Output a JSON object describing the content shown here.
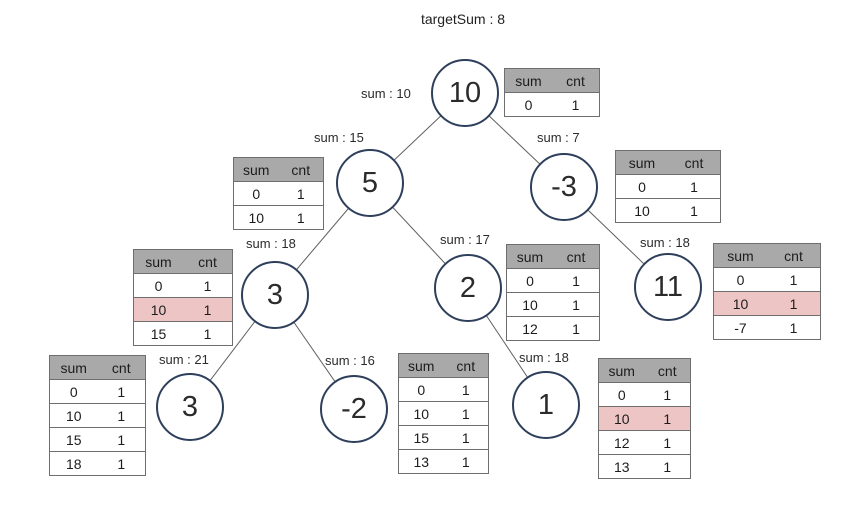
{
  "title": "targetSum : 8",
  "table_headers": {
    "sum": "sum",
    "cnt": "cnt"
  },
  "colors": {
    "circle_border": "#2e3f5c",
    "table_header_bg": "#a9a9a9",
    "highlight_bg": "#eec5c5",
    "edge_stroke": "#5f5f5f"
  },
  "nodes": {
    "n10": {
      "value": "10",
      "sum_label": "sum : 10",
      "table": {
        "rows": [
          [
            "0",
            "1"
          ]
        ],
        "highlight": []
      }
    },
    "n5": {
      "value": "5",
      "sum_label": "sum : 15",
      "table": {
        "rows": [
          [
            "0",
            "1"
          ],
          [
            "10",
            "1"
          ]
        ],
        "highlight": []
      }
    },
    "nm3": {
      "value": "-3",
      "sum_label": "sum : 7",
      "table": {
        "rows": [
          [
            "0",
            "1"
          ],
          [
            "10",
            "1"
          ]
        ],
        "highlight": []
      }
    },
    "n3": {
      "value": "3",
      "sum_label": "sum : 18",
      "table": {
        "rows": [
          [
            "0",
            "1"
          ],
          [
            "10",
            "1"
          ],
          [
            "15",
            "1"
          ]
        ],
        "highlight": [
          1
        ]
      }
    },
    "n2": {
      "value": "2",
      "sum_label": "sum : 17",
      "table": {
        "rows": [
          [
            "0",
            "1"
          ],
          [
            "10",
            "1"
          ],
          [
            "12",
            "1"
          ]
        ],
        "highlight": []
      }
    },
    "n11": {
      "value": "11",
      "sum_label": "sum : 18",
      "table": {
        "rows": [
          [
            "0",
            "1"
          ],
          [
            "10",
            "1"
          ],
          [
            "-7",
            "1"
          ]
        ],
        "highlight": [
          1
        ]
      }
    },
    "n3l": {
      "value": "3",
      "sum_label": "sum : 21",
      "table": {
        "rows": [
          [
            "0",
            "1"
          ],
          [
            "10",
            "1"
          ],
          [
            "15",
            "1"
          ],
          [
            "18",
            "1"
          ]
        ],
        "highlight": []
      }
    },
    "nm2": {
      "value": "-2",
      "sum_label": "sum : 16",
      "table": {
        "rows": [
          [
            "0",
            "1"
          ],
          [
            "10",
            "1"
          ],
          [
            "15",
            "1"
          ],
          [
            "13",
            "1"
          ]
        ],
        "highlight": []
      }
    },
    "n1": {
      "value": "1",
      "sum_label": "sum : 18",
      "table": {
        "rows": [
          [
            "0",
            "1"
          ],
          [
            "10",
            "1"
          ],
          [
            "12",
            "1"
          ],
          [
            "13",
            "1"
          ]
        ],
        "highlight": [
          1
        ]
      }
    }
  },
  "edges": [
    [
      "n10",
      "n5"
    ],
    [
      "n10",
      "nm3"
    ],
    [
      "n5",
      "n3"
    ],
    [
      "n5",
      "n2"
    ],
    [
      "nm3",
      "n11"
    ],
    [
      "n3",
      "n3l"
    ],
    [
      "n3",
      "nm2"
    ],
    [
      "n2",
      "n1"
    ]
  ]
}
